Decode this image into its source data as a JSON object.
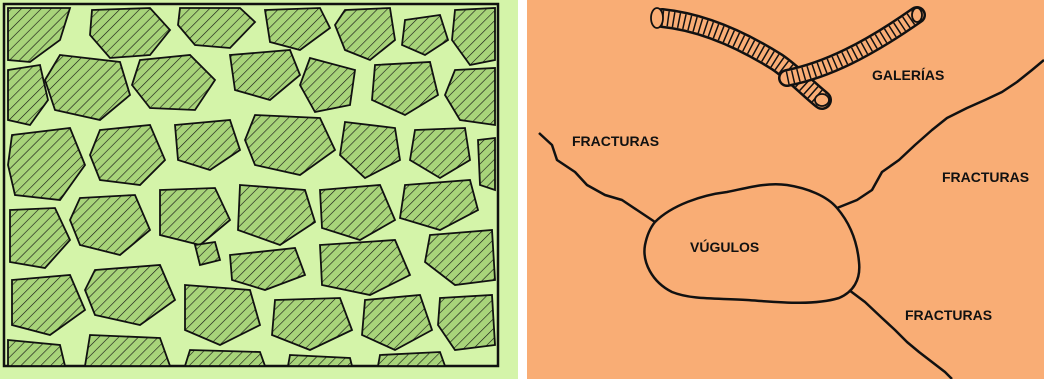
{
  "colors": {
    "left_background": "#d4f4a9",
    "grain_fill": "#a8d47a",
    "outline": "#111111",
    "right_background": "#f9ad75"
  },
  "left_panel": {
    "description_icon": "hatched-grains-porosity-diagram"
  },
  "right_panel": {
    "labels": {
      "galerias": "GALERÍAS",
      "fracturas_upper_left": "FRACTURAS",
      "fracturas_right": "FRACTURAS",
      "fracturas_lower_right": "FRACTURAS",
      "vugulos": "VÚGULOS"
    }
  }
}
